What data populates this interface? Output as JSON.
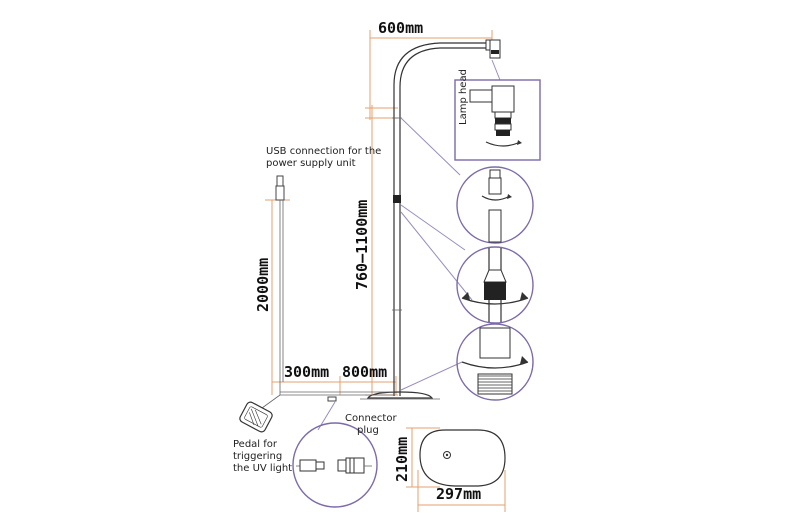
{
  "dimensions": {
    "arm": "600mm",
    "height": "760–1100mm",
    "cable": "2000mm",
    "pedal_cable": "300mm",
    "plug_cable": "800mm",
    "base_depth": "210mm",
    "base_width": "297mm"
  },
  "labels": {
    "usb_line1": "USB connection for the",
    "usb_line2": "power supply unit",
    "lamp_head": "Lamp head",
    "connector_line1": "Connector",
    "connector_line2": "plug",
    "pedal_line1": "Pedal for",
    "pedal_line2": "triggering",
    "pedal_line3": "the UV light"
  },
  "colors": {
    "dimension_line": "#e6a070",
    "callout_frame": "#7d6aa8",
    "drawing": "#333333"
  }
}
